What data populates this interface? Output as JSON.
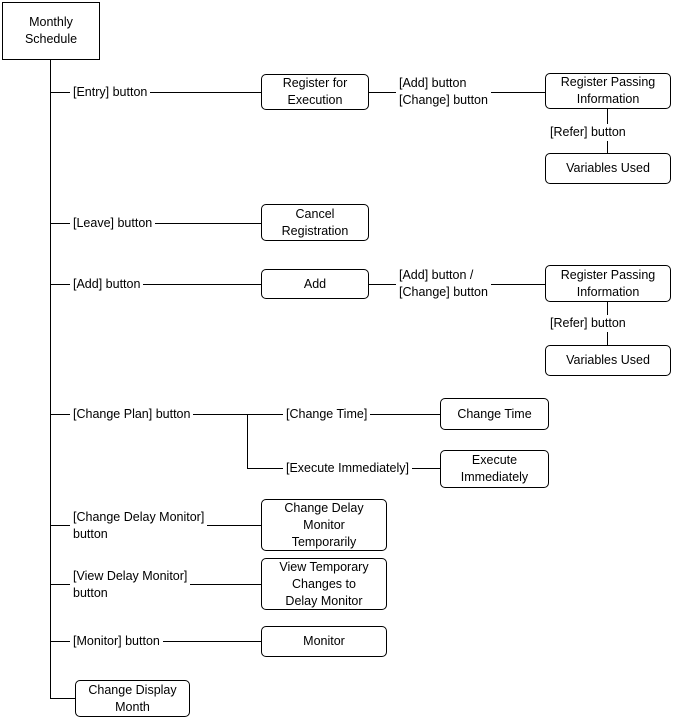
{
  "root": {
    "line1": "Monthly",
    "line2": "Schedule"
  },
  "entry": {
    "button": "[Entry] button",
    "register": {
      "line1": "Register for",
      "line2": "Execution"
    },
    "add_change": {
      "line1": "[Add] button",
      "line2": "[Change] button"
    },
    "passing": {
      "line1": "Register Passing",
      "line2": "Information"
    },
    "refer": "[Refer] button",
    "variables": "Variables Used"
  },
  "leave": {
    "button": "[Leave] button",
    "cancel": {
      "line1": "Cancel",
      "line2": "Registration"
    }
  },
  "add": {
    "button": "[Add] button",
    "box": "Add",
    "add_change": {
      "line1": "[Add] button /",
      "line2": "[Change] button"
    },
    "passing": {
      "line1": "Register Passing",
      "line2": "Information"
    },
    "refer": "[Refer] button",
    "variables": "Variables Used"
  },
  "change_plan": {
    "button": "[Change Plan] button",
    "change_time_label": "[Change Time]",
    "change_time_box": "Change Time",
    "execute_label": "[Execute Immediately]",
    "execute_box": {
      "line1": "Execute",
      "line2": "Immediately"
    }
  },
  "delay_monitor": {
    "button": {
      "line1": "[Change Delay Monitor]",
      "line2": "button"
    },
    "box": {
      "line1": "Change Delay",
      "line2": "Monitor",
      "line3": "Temporarily"
    }
  },
  "view_delay": {
    "button": {
      "line1": "[View Delay Monitor]",
      "line2": "button"
    },
    "box": {
      "line1": "View Temporary",
      "line2": "Changes to",
      "line3": "Delay Monitor"
    }
  },
  "monitor": {
    "button": "[Monitor] button",
    "box": "Monitor"
  },
  "change_display": {
    "line1": "Change Display",
    "line2": "Month"
  }
}
